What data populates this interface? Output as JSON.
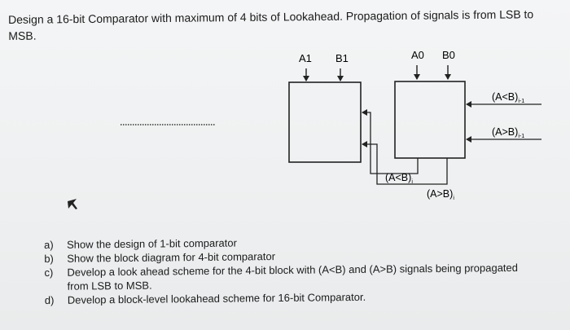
{
  "title": {
    "line1": "Design a 16-bit Comparator with maximum of 4 bits of Lookahead. Propagation of signals is from LSB to",
    "line2": "MSB."
  },
  "diagram": {
    "input_a1": "A1",
    "input_b1": "B1",
    "input_a0": "A0",
    "input_b0": "B0",
    "in_less": "(A<B)",
    "in_less_sub": "i-1",
    "in_greater": "(A>B)",
    "in_greater_sub": "i-1",
    "out_less": "(A<B)",
    "out_less_sub": "i",
    "out_greater": "(A>B)",
    "out_greater_sub": "i"
  },
  "questions": [
    {
      "label": "a)",
      "text": "Show the design of 1-bit comparator"
    },
    {
      "label": "b)",
      "text": "Show the block diagram for 4-bit comparator"
    },
    {
      "label": "c)",
      "text": "Develop a look ahead scheme for the 4-bit block with (A<B) and (A>B) signals being propagated",
      "cont": "from LSB to MSB."
    },
    {
      "label": "d)",
      "text": "Develop a block-level lookahead scheme for 16-bit Comparator."
    }
  ]
}
